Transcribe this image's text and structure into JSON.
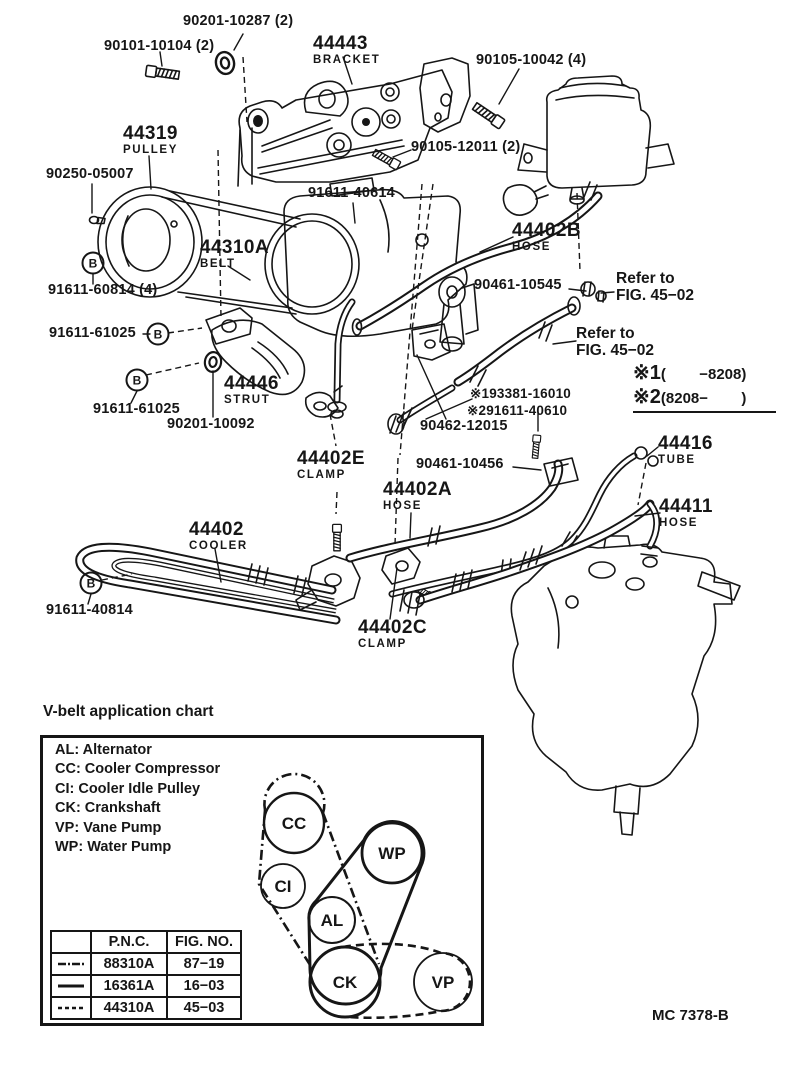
{
  "symbols": {
    "b": "B"
  },
  "parts": {
    "washer_90201_10287": "90201-10287 (2)",
    "bolt_90101_10104": "90101-10104 (2)",
    "bracket_44443": {
      "num": "44443",
      "name": "BRACKET"
    },
    "bolt_90105_10042": "90105-10042 (4)",
    "bolt_90105_12011": "90105-12011 (2)",
    "pulley_44319": {
      "num": "44319",
      "name": "PULLEY"
    },
    "pin_90250_05007": "90250-05007",
    "pump_91611_40614": "91611-40614",
    "belt_44310a": {
      "num": "44310A",
      "name": "BELT"
    },
    "hose_44402b": {
      "num": "44402B",
      "name": "HOSE"
    },
    "clamp_90461_10545": "90461-10545",
    "nut_91611_60814": "91611-60814 (4)",
    "nut_91611_61025_upper": "91611-61025",
    "nut_91611_61025_lower": "91611-61025",
    "strut_44446": {
      "num": "44446",
      "name": "STRUT"
    },
    "washer_90201_10092": "90201-10092",
    "fitting_note1": "※193381-16010",
    "fitting_note2": "※291611-40610",
    "clamp_90462_12015": "90462-12015",
    "clamp_44402e": {
      "num": "44402E",
      "name": "CLAMP"
    },
    "clamp_90461_10456": "90461-10456",
    "tube_44416": {
      "num": "44416",
      "name": "TUBE"
    },
    "hose_44402a": {
      "num": "44402A",
      "name": "HOSE"
    },
    "hose_44411": {
      "num": "44411",
      "name": "HOSE"
    },
    "cooler_44402": {
      "num": "44402",
      "name": "COOLER"
    },
    "nut_91611_40814": "91611-40814",
    "clamp_44402c": {
      "num": "44402C",
      "name": "CLAMP"
    }
  },
  "references": {
    "refer_line1": "Refer to",
    "refer_line2": "FIG. 45−02"
  },
  "notes": {
    "note1_marker": "※1",
    "note1_range": "(        −8208)",
    "note2_marker": "※2",
    "note2_range": "(8208−        )"
  },
  "vbelt_chart": {
    "title": "V-belt application chart",
    "legend": [
      "AL: Alternator",
      "CC: Cooler Compressor",
      "CI: Cooler Idle Pulley",
      "CK: Crankshaft",
      "VP: Vane Pump",
      "WP: Water Pump"
    ],
    "pulleys": {
      "cc": "CC",
      "ci": "CI",
      "al": "AL",
      "ck": "CK",
      "vp": "VP",
      "wp": "WP"
    },
    "table": {
      "headers": [
        "",
        "P.N.C.",
        "FIG. NO."
      ],
      "rows": [
        {
          "line_style": "dash-dot",
          "pnc": "88310A",
          "fig": "87−19"
        },
        {
          "line_style": "solid",
          "pnc": "16361A",
          "fig": "16−03"
        },
        {
          "line_style": "dashed",
          "pnc": "44310A",
          "fig": "45−03"
        }
      ]
    }
  },
  "footer_code": "MC 7378-B"
}
